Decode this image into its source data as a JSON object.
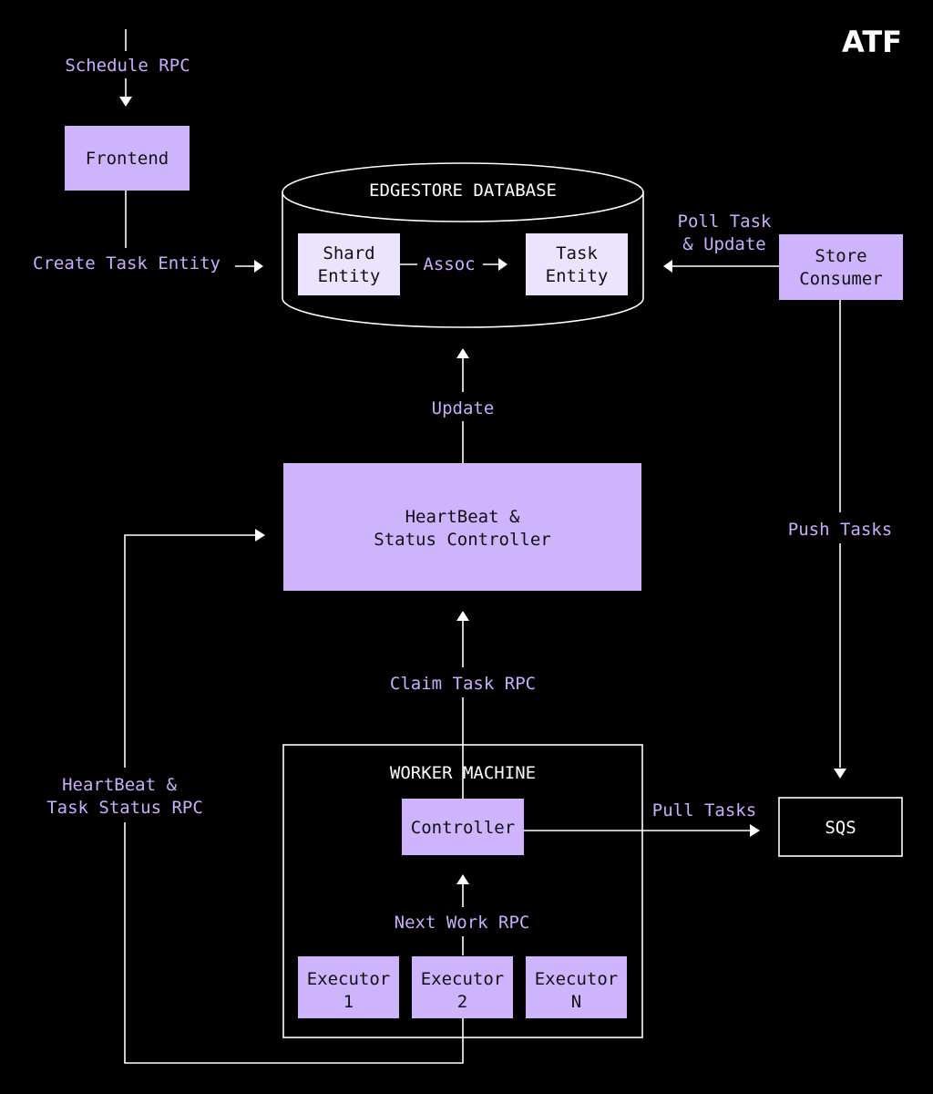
{
  "logo": "ATF",
  "nodes": {
    "frontend": "Frontend",
    "database_title": "EDGESTORE DATABASE",
    "shard_entity": [
      "Shard",
      "Entity"
    ],
    "task_entity": [
      "Task",
      "Entity"
    ],
    "store_consumer": [
      "Store",
      "Consumer"
    ],
    "controller_main": [
      "HeartBeat &",
      "Status Controller"
    ],
    "worker_title": "WORKER MACHINE",
    "worker_controller": "Controller",
    "executor_1": [
      "Executor",
      "1"
    ],
    "executor_2": [
      "Executor",
      "2"
    ],
    "executor_n": [
      "Executor",
      "N"
    ],
    "sqs": "SQS"
  },
  "edges": {
    "schedule_rpc": "Schedule RPC",
    "create_task_entity": "Create Task Entity",
    "assoc": "Assoc",
    "poll_task_update": [
      "Poll Task",
      "& Update"
    ],
    "update": "Update",
    "push_tasks": "Push Tasks",
    "claim_task_rpc": "Claim Task RPC",
    "heartbeat_status_rpc": [
      "HeartBeat &",
      "Task Status RPC"
    ],
    "pull_tasks": "Pull Tasks",
    "next_work_rpc": "Next Work RPC"
  },
  "colors": {
    "background": "#000000",
    "box_fill": "#cdb4fd",
    "entity_fill": "#ece4fe",
    "label": "#c7aefc",
    "line": "#ffffff"
  }
}
